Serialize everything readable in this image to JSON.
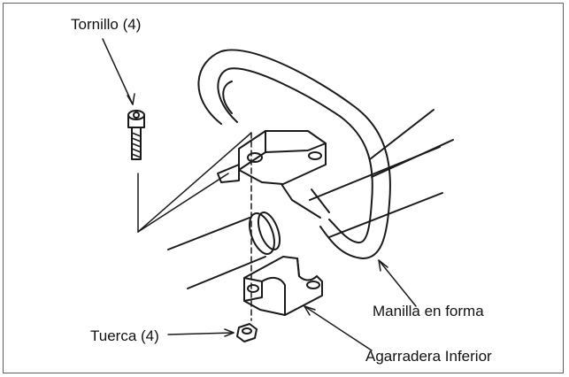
{
  "diagram": {
    "labels": {
      "screw": "Tornillo (4)",
      "handle": "Manilla en forma",
      "nut": "Tuerca (4)",
      "lower_clamp": "Agarradera Inferior"
    }
  }
}
